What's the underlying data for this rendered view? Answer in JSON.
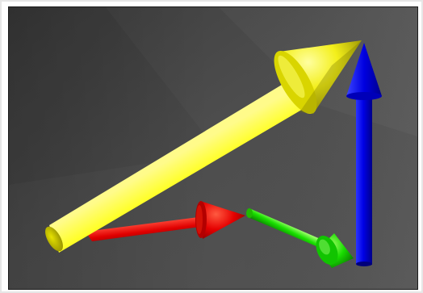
{
  "scene": {
    "background_color": "#4a4a4a",
    "vectors": [
      {
        "name": "x-axis-arrow",
        "color": "#ff0000"
      },
      {
        "name": "y-axis-arrow",
        "color": "#00ff00"
      },
      {
        "name": "z-axis-arrow",
        "color": "#0000ff"
      },
      {
        "name": "resultant-vector-arrow",
        "color": "#ffff00"
      }
    ]
  }
}
